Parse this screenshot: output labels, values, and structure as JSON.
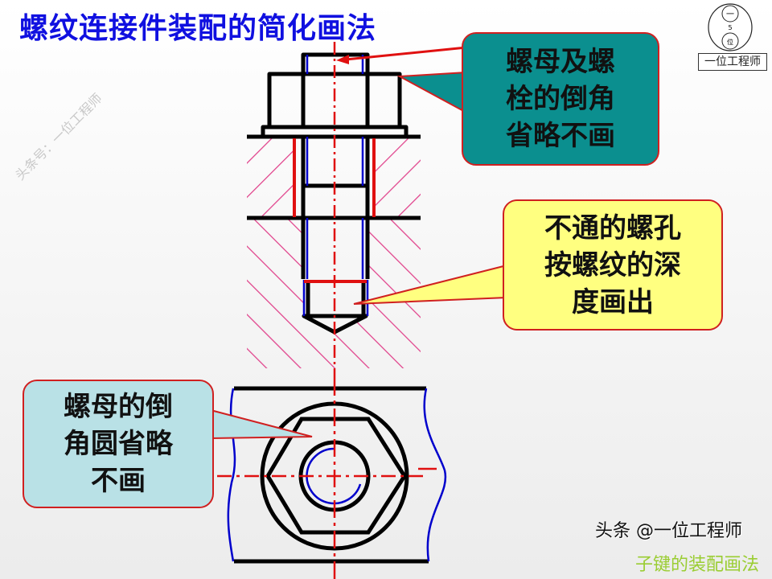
{
  "title": "螺纹连接件装配的简化画法",
  "watermark": "头条号：一位工程师",
  "logo": {
    "text": "一位工程师",
    "circle_top": "一",
    "circle_bottom": "位",
    "middle": "5"
  },
  "callouts": [
    {
      "text": "螺母及螺栓的倒角省略不画",
      "lines": [
        "螺母及螺",
        "栓的倒角",
        "省略不画"
      ],
      "color": "#0b8f8f"
    },
    {
      "text": "不通的螺孔按螺纹的深度画出",
      "lines": [
        "不通的螺孔",
        "按螺纹的深",
        "度画出"
      ],
      "color": "#ffff80"
    },
    {
      "text": "螺母的倒角圆省略不画",
      "lines": [
        "螺母的倒",
        "角圆省略",
        "不画"
      ],
      "color": "#b9e1e6"
    }
  ],
  "footer": {
    "credit": "头条 @一位工程师",
    "overlay": "子键的装配画法"
  },
  "colors": {
    "title": "#1010e0",
    "outline": "#000000",
    "centerline": "#e01010",
    "thread": "#0000cc",
    "hatch": "#e0408a"
  }
}
